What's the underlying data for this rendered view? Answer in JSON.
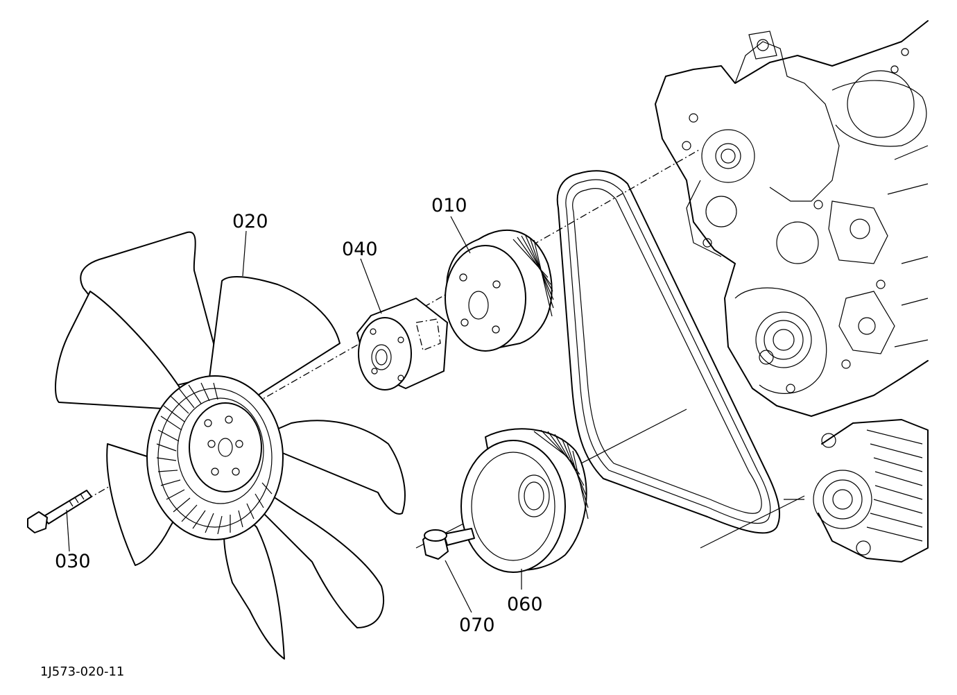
{
  "callouts": {
    "c010": "010",
    "c020": "020",
    "c030": "030",
    "c040": "040",
    "c060": "060",
    "c070": "070"
  },
  "drawing_code": "1J573-020-11"
}
